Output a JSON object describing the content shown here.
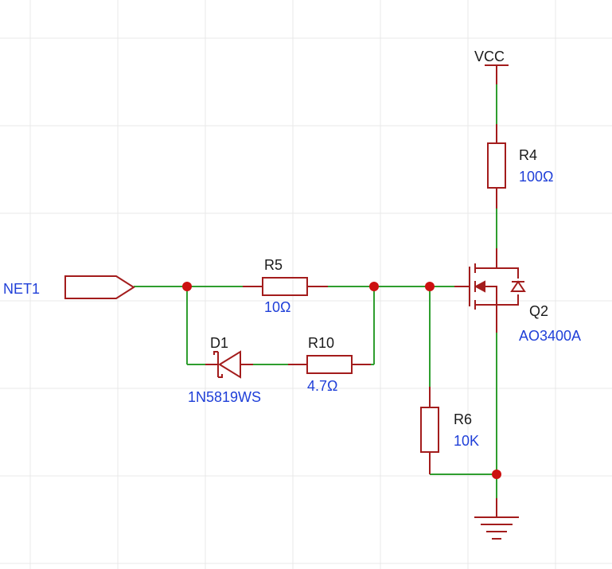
{
  "colors": {
    "wire": "#2f9e2f",
    "component": "#a31c1c",
    "junction": "#cc1111",
    "designator_text": "#1a1a1a",
    "value_text": "#1f3fd8"
  },
  "net_label": "NET1",
  "power": {
    "vcc": "VCC"
  },
  "components": {
    "r4": {
      "designator": "R4",
      "value": "100Ω"
    },
    "r5": {
      "designator": "R5",
      "value": "10Ω"
    },
    "r10": {
      "designator": "R10",
      "value": "4.7Ω"
    },
    "r6": {
      "designator": "R6",
      "value": "10K"
    },
    "d1": {
      "designator": "D1",
      "value": "1N5819WS"
    },
    "q2": {
      "designator": "Q2",
      "value": "AO3400A"
    }
  }
}
